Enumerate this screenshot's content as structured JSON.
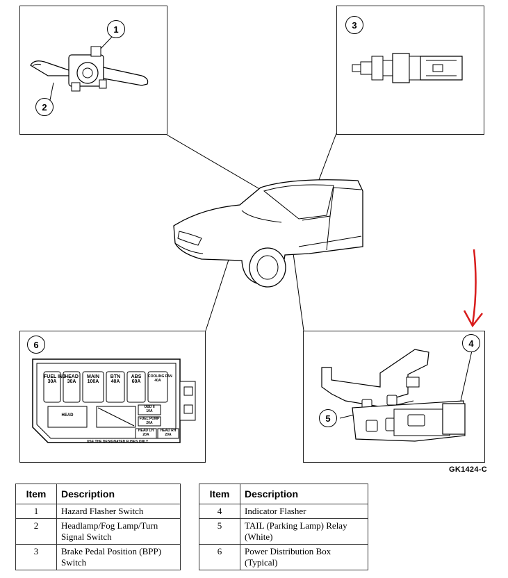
{
  "callouts": {
    "c1": "1",
    "c2": "2",
    "c3": "3",
    "c4": "4",
    "c5": "5",
    "c6": "6"
  },
  "figure_code": "GK1424-C",
  "fuse_box": {
    "fuses_top": [
      "FUEL INJ\n30A",
      "HEAD\n30A",
      "MAIN\n100A",
      "BTN\n40A",
      "ABS\n60A",
      "COOLING FAN\n40A"
    ],
    "head": "HEAD",
    "obd": "OBD II\n10A",
    "fuel_pump": "FUEL PUMP\n20A",
    "head_lh": "HEAD LH\n20A",
    "head_rh": "HEAD RH\n20A",
    "note": "USE THE DESIGNATED FUSES ONLY"
  },
  "table_left": {
    "headers": {
      "item": "Item",
      "description": "Description"
    },
    "rows": [
      {
        "item": "1",
        "description": "Hazard Flasher Switch"
      },
      {
        "item": "2",
        "description": "Headlamp/Fog Lamp/Turn Signal Switch"
      },
      {
        "item": "3",
        "description": "Brake Pedal Position (BPP) Switch"
      }
    ]
  },
  "table_right": {
    "headers": {
      "item": "Item",
      "description": "Description"
    },
    "rows": [
      {
        "item": "4",
        "description": "Indicator Flasher"
      },
      {
        "item": "5",
        "description": "TAIL (Parking Lamp) Relay (White)"
      },
      {
        "item": "6",
        "description": "Power Distribution Box (Typical)"
      }
    ]
  },
  "colors": {
    "annotation_arrow": "#d81b1b",
    "line": "#000000"
  }
}
